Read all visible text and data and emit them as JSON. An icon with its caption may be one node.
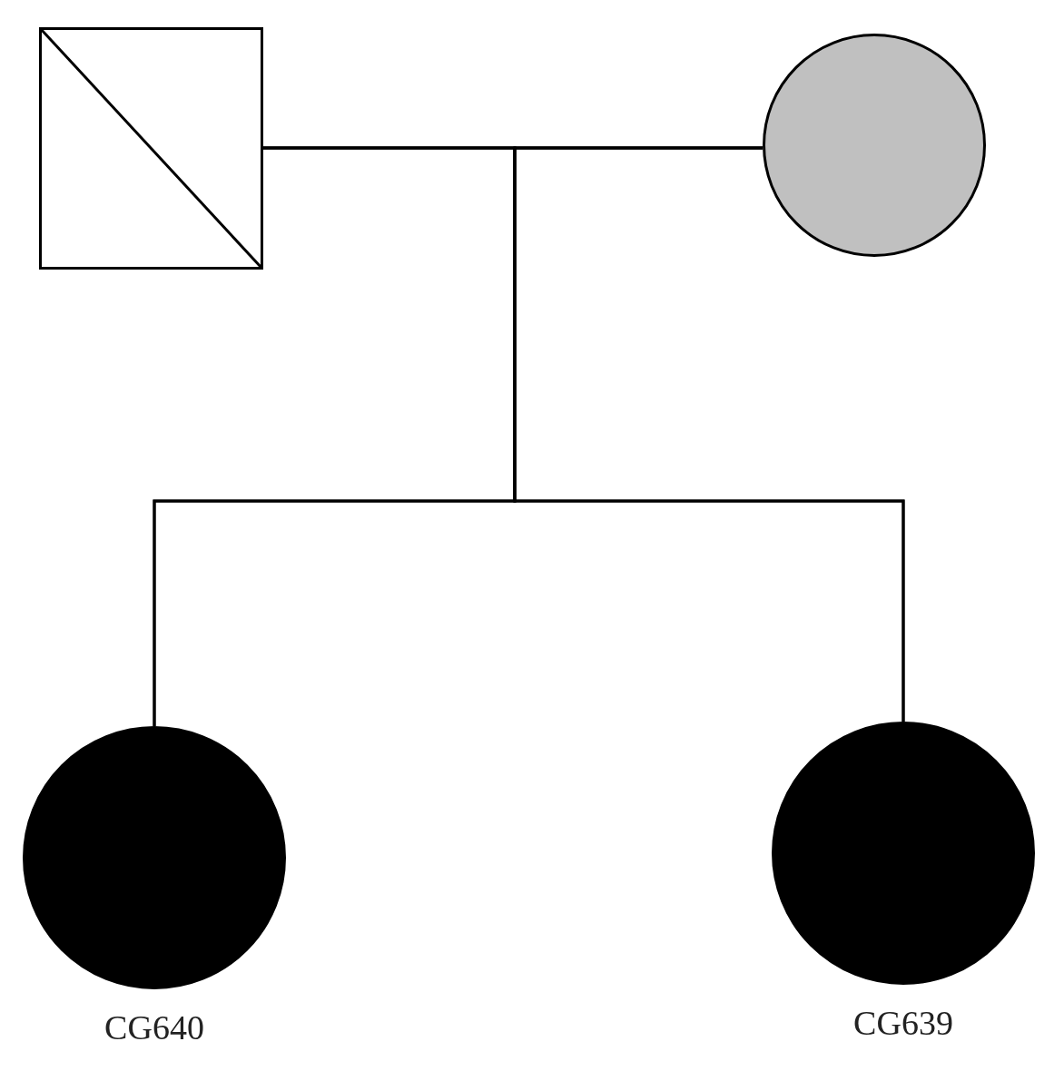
{
  "diagram": {
    "nodes": [
      {
        "text": [],
        "shape": "box"
      },
      {
        "text": [],
        "shape": "circle"
      },
      {
        "text": [],
        "shape": "circle",
        "beside": [
          "CG640"
        ]
      },
      {
        "text": [],
        "shape": "circle",
        "beside": [
          "CG639"
        ]
      }
    ],
    "edges": [
      {
        "from": 0,
        "to": 1,
        "arrow": "none"
      },
      {
        "from": 0,
        "to": 2,
        "arrow": "none"
      },
      {
        "from": 0,
        "to": 3,
        "arrow": "none"
      },
      {
        "from": 1,
        "to": 2,
        "arrow": "none"
      },
      {
        "from": 1,
        "to": 3,
        "arrow": "none"
      }
    ]
  }
}
